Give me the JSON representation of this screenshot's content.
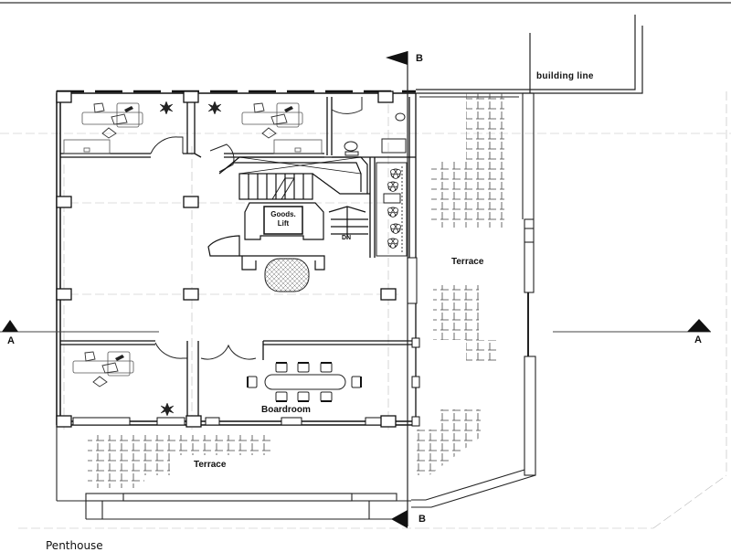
{
  "drawing": {
    "title": "Penthouse",
    "type": "architectural floor plan",
    "colors": {
      "ink": "#1a1a1a",
      "faint": "#9a9a9a",
      "paper": "#ffffff"
    }
  },
  "labels": {
    "building_line": "building line",
    "terrace_east": "Terrace",
    "terrace_south": "Terrace",
    "boardroom": "Boardroom",
    "goods_lift_line1": "Goods.",
    "goods_lift_line2": "Lift",
    "stair_dn": "DN"
  },
  "section_markers": {
    "a_left": "A",
    "a_right": "A",
    "b_top": "B",
    "b_bottom": "B"
  },
  "rooms": [
    {
      "name": "office-north-west",
      "furniture": [
        "desk",
        "chair",
        "plant",
        "cabinet"
      ]
    },
    {
      "name": "office-north-centre",
      "furniture": [
        "desk",
        "chair",
        "plant",
        "cabinet"
      ]
    },
    {
      "name": "wc",
      "furniture": [
        "toilet",
        "basin"
      ]
    },
    {
      "name": "open-plan-office",
      "furniture": []
    },
    {
      "name": "stair-and-goods-lift-core",
      "furniture": [
        "stairs",
        "goods-lift"
      ]
    },
    {
      "name": "office-south-west",
      "furniture": [
        "desk",
        "chair",
        "plant"
      ]
    },
    {
      "name": "boardroom",
      "furniture": [
        "table",
        "8 chairs"
      ]
    },
    {
      "name": "terrace-east",
      "furniture": [
        "paving"
      ]
    },
    {
      "name": "terrace-south",
      "furniture": [
        "paving"
      ]
    }
  ]
}
